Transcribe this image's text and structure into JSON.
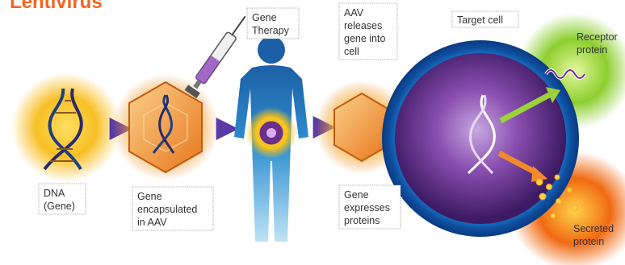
{
  "heading": {
    "text": "Lentivirus",
    "color": "#f26522"
  },
  "labels": {
    "dna": [
      "DNA",
      "(Gene)"
    ],
    "gene_encapsulated": [
      "Gene",
      "encapsulated",
      "in AAV"
    ],
    "gene_therapy": [
      "Gene",
      "Therapy"
    ],
    "aav_releases": [
      "AAV",
      "releases",
      "gene into",
      "cell"
    ],
    "target_cell": "Target cell",
    "gene_expresses": [
      "Gene",
      "expresses",
      "proteins"
    ],
    "receptor_protein": [
      "Receptor",
      "protein"
    ],
    "secreted_protein": [
      "Secreted",
      "protein"
    ]
  },
  "colors": {
    "glow": "#f7b500",
    "capsid": "#f08a2a",
    "arrow": "#6a4fb0",
    "body": "#1f7fc0",
    "cell_ring": "#1466b8",
    "cell_inner": "#6b2f8c",
    "receptor_bg": "#9bd23a",
    "secreted_bg": "#f06a12"
  }
}
